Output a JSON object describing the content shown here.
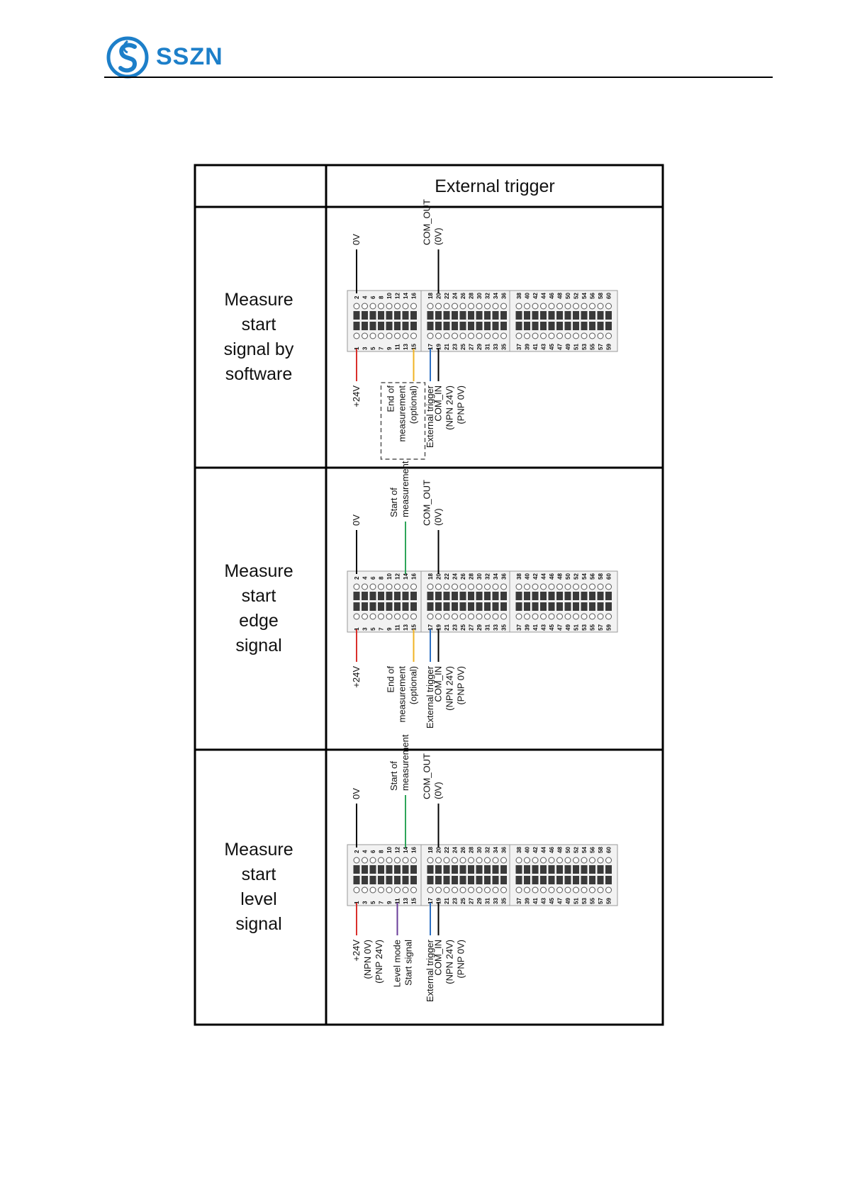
{
  "header": {
    "brand": "SSZN",
    "brand_color": "#1d7fc9",
    "logo_icon": "sszn-logo-icon"
  },
  "table": {
    "column_header": "External trigger",
    "rows": [
      {
        "label_lines": [
          "Measure",
          "start",
          "signal by",
          "software"
        ],
        "top_labels": [
          {
            "pin": 2,
            "lines": [
              "0V"
            ],
            "color": "#000000"
          },
          {
            "pin": 20,
            "lines": [
              "COM_OUT",
              "(0V)"
            ],
            "color": "#000000"
          }
        ],
        "bottom_labels": [
          {
            "pin": 1,
            "lines": [
              "+24V"
            ],
            "color": "#d9302c"
          },
          {
            "pin": 15,
            "lines": [
              "End of",
              "measurement",
              "(optional)"
            ],
            "color": "#f0b323",
            "boxed": true
          },
          {
            "pin": 17,
            "lines": [
              "External trigger"
            ],
            "color": "#2c6fc2"
          },
          {
            "pin": 19,
            "lines": [
              "COM_IN",
              "(NPN  24V)",
              "(PNP  0V)"
            ],
            "color": "#000000"
          }
        ]
      },
      {
        "label_lines": [
          "Measure",
          "start",
          "edge",
          "signal"
        ],
        "top_labels": [
          {
            "pin": 2,
            "lines": [
              "0V"
            ],
            "color": "#000000"
          },
          {
            "pin": 14,
            "lines": [
              "Start of",
              "measurement"
            ],
            "color": "#2ea55a"
          },
          {
            "pin": 20,
            "lines": [
              "COM_OUT",
              "(0V)"
            ],
            "color": "#000000"
          }
        ],
        "bottom_labels": [
          {
            "pin": 1,
            "lines": [
              "+24V"
            ],
            "color": "#d9302c"
          },
          {
            "pin": 15,
            "lines": [
              "End of",
              "measurement",
              "(optional)"
            ],
            "color": "#f0b323"
          },
          {
            "pin": 17,
            "lines": [
              "External trigger"
            ],
            "color": "#2c6fc2"
          },
          {
            "pin": 19,
            "lines": [
              "COM_IN",
              "(NPN  24V)",
              "(PNP  0V)"
            ],
            "color": "#000000"
          }
        ]
      },
      {
        "label_lines": [
          "Measure",
          "start",
          "level",
          "signal"
        ],
        "top_labels": [
          {
            "pin": 2,
            "lines": [
              "0V"
            ],
            "color": "#000000"
          },
          {
            "pin": 14,
            "lines": [
              "Start of",
              "measurement"
            ],
            "color": "#2ea55a"
          },
          {
            "pin": 20,
            "lines": [
              "COM_OUT",
              "(0V)"
            ],
            "color": "#000000"
          }
        ],
        "bottom_labels": [
          {
            "pin": 1,
            "lines": [
              "+24V",
              "(NPN   0V)",
              "(PNP  24V)"
            ],
            "color": "#d9302c"
          },
          {
            "pin": 11,
            "lines": [
              "Level mode",
              "Start signal"
            ],
            "color": "#6a3d9a"
          },
          {
            "pin": 17,
            "lines": [
              "External trigger"
            ],
            "color": "#2c6fc2"
          },
          {
            "pin": 19,
            "lines": [
              "COM_IN",
              "(NPN  24V)",
              "(PNP  0V)"
            ],
            "color": "#000000"
          }
        ]
      }
    ],
    "connector": {
      "blocks": [
        {
          "top_pins": [
            2,
            4,
            6,
            8,
            10,
            12,
            14,
            16
          ],
          "bottom_pins": [
            1,
            3,
            5,
            7,
            9,
            11,
            13,
            15
          ]
        },
        {
          "top_pins": [
            18,
            20,
            22,
            24,
            26,
            28,
            30,
            32,
            34,
            36
          ],
          "bottom_pins": [
            17,
            19,
            21,
            23,
            25,
            27,
            29,
            31,
            33,
            35
          ]
        },
        {
          "top_pins": [
            38,
            40,
            42,
            44,
            46,
            48,
            50,
            52,
            54,
            56,
            58,
            60
          ],
          "bottom_pins": [
            37,
            39,
            41,
            43,
            45,
            47,
            49,
            51,
            53,
            55,
            57,
            59
          ]
        }
      ]
    }
  }
}
